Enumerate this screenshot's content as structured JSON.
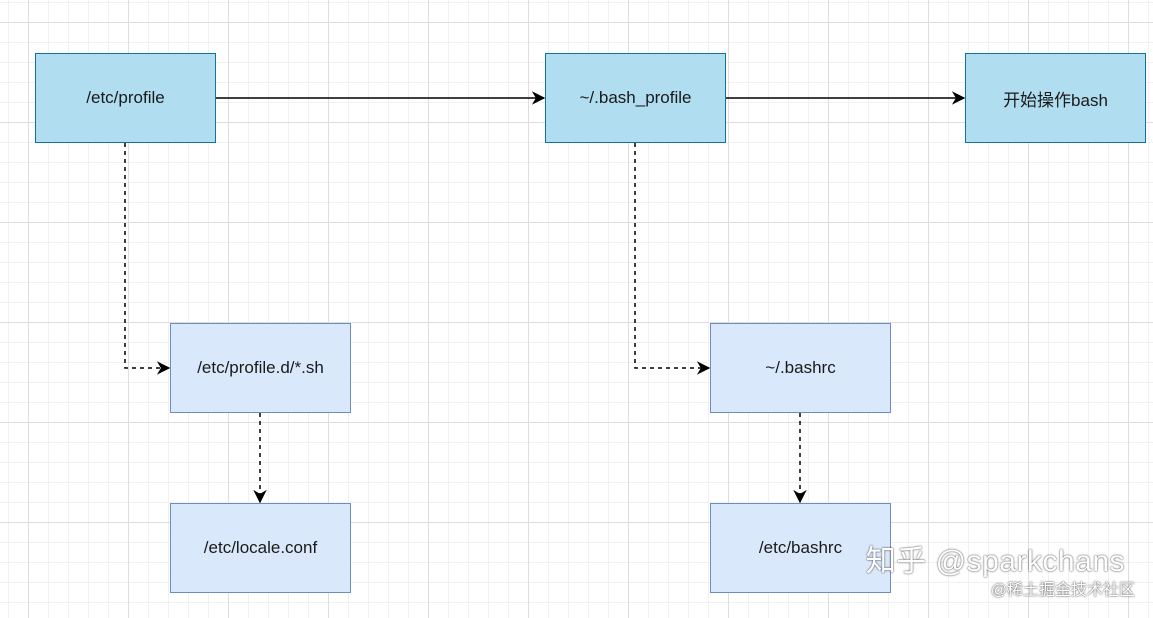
{
  "nodes": {
    "etc_profile": {
      "label": "/etc/profile",
      "style": "primary"
    },
    "bash_profile": {
      "label": "~/.bash_profile",
      "style": "primary"
    },
    "start_bash": {
      "label": "开始操作bash",
      "style": "primary"
    },
    "profile_d": {
      "label": "/etc/profile.d/*.sh",
      "style": "secondary"
    },
    "locale_conf": {
      "label": "/etc/locale.conf",
      "style": "secondary"
    },
    "bashrc_home": {
      "label": "~/.bashrc",
      "style": "secondary"
    },
    "etc_bashrc": {
      "label": "/etc/bashrc",
      "style": "secondary"
    }
  },
  "edges": [
    {
      "from": "etc_profile",
      "to": "bash_profile",
      "line": "solid"
    },
    {
      "from": "bash_profile",
      "to": "start_bash",
      "line": "solid"
    },
    {
      "from": "etc_profile",
      "to": "profile_d",
      "line": "dashed"
    },
    {
      "from": "profile_d",
      "to": "locale_conf",
      "line": "dashed"
    },
    {
      "from": "bash_profile",
      "to": "bashrc_home",
      "line": "dashed"
    },
    {
      "from": "bashrc_home",
      "to": "etc_bashrc",
      "line": "dashed"
    }
  ],
  "watermark": {
    "main": "知乎 @sparkchans",
    "sub": "@稀土掘金技术社区"
  },
  "colors": {
    "primary_fill": "#b1ddf0",
    "primary_border": "#10739e",
    "secondary_fill": "#dae8fc",
    "secondary_border": "#6c8ebf",
    "edge": "#000000"
  }
}
